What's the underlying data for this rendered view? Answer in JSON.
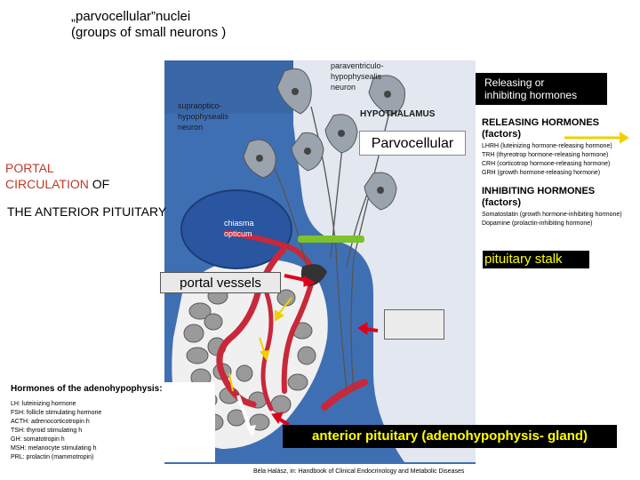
{
  "title": {
    "line1": "„parvocellular”nuclei",
    "line2": "(groups of small neurons )"
  },
  "illustration": {
    "paraventricular": [
      "paraventriculo-",
      "hypophysealis",
      "neuron"
    ],
    "supraoptic": [
      "supraoptico-",
      "hypophysealis",
      "neuron"
    ],
    "hypothalamus": "HYPOTHALAMUS",
    "chiasma": [
      "chiasma",
      "opticum"
    ]
  },
  "releasing_box": {
    "line1": "Releasing or",
    "line2": "inhibiting hormones"
  },
  "parvocellular_label": "Parvocellular",
  "portal_circulation": {
    "line1": "PORTAL",
    "line2a": "CIRCULATION",
    "line2b": "OF"
  },
  "anterior_pituitary_label": "THE ANTERIOR PITUITARY",
  "releasing_hormones": {
    "head1": "RELEASING HORMONES",
    "head2": "(factors)",
    "items": [
      "LHRH (luteinizing hormone-releasing hormone)",
      "TRH (thyreotrop hormone-releasing hormone)",
      "CRH (corticotrop hormone-releasing hormone)",
      "GRH (growth hormone-releasing hormone)"
    ]
  },
  "inhibiting_hormones": {
    "head1": "INHIBITING HORMONES",
    "head2": "(factors)",
    "items": [
      "Somatostatin (growth hormone-inhibiting hormone)",
      "Dopamine (prolactin-inhibiting hormone)"
    ]
  },
  "pituitary_stalk": "pituitary stalk",
  "portal_vessels": "portal vessels",
  "adenohypophysis_hormones": {
    "head": "Hormones of the adenohypophysis:",
    "items": [
      "LH: luteinizing hormone",
      "FSH: follicle stimulating hormone",
      "ACTH: adrenocorticotropin h",
      "TSH: thyroid stimulating h",
      "GH: somatotropin h",
      "MSH: melanocyte stimulating h",
      "PRL: prolactin (mammotropin)"
    ]
  },
  "anterior_pituitary_gland": "anterior pituitary (adenohypophysis- gland)",
  "credit": "Béla Halász, in: Handbook of Clinical Endocrinology and Metabolic Diseases",
  "colors": {
    "background_tissue": "#3f6fb3",
    "tissue_light": "#e3e7ef",
    "vessel_red": "#c8283a",
    "stalk_green": "#7cc22a",
    "label_yellow": "#ffff00",
    "arrow_red": "#e0001b",
    "portal_red": "#c0392b"
  }
}
